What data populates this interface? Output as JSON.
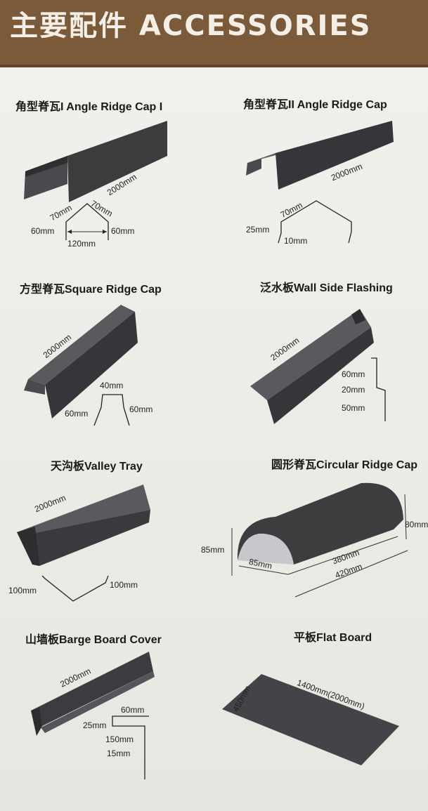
{
  "header": {
    "title": "主要配件 ACCESSORIES"
  },
  "items": [
    {
      "label": "角型脊瓦I Angle Ridge Cap I",
      "dims": [
        "2000mm",
        "70mm",
        "70mm",
        "60mm",
        "60mm",
        "120mm"
      ]
    },
    {
      "label": "角型脊瓦II Angle Ridge Cap",
      "dims": [
        "2000mm",
        "70mm",
        "25mm",
        "10mm"
      ]
    },
    {
      "label": "方型脊瓦Square Ridge Cap",
      "dims": [
        "2000mm",
        "40mm",
        "60mm",
        "60mm"
      ]
    },
    {
      "label": "泛水板Wall Side Flashing",
      "dims": [
        "2000mm",
        "60mm",
        "20mm",
        "50mm"
      ]
    },
    {
      "label": "天沟板Valley Tray",
      "dims": [
        "2000mm",
        "100mm",
        "100mm"
      ]
    },
    {
      "label": "圆形脊瓦Circular Ridge Cap",
      "dims": [
        "80mm",
        "85mm",
        "85mm",
        "380mm",
        "420mm"
      ]
    },
    {
      "label": "山墙板Barge Board Cover",
      "dims": [
        "2000mm",
        "60mm",
        "25mm",
        "150mm",
        "15mm"
      ]
    },
    {
      "label": "平板Flat Board",
      "dims": [
        "450mm",
        "1400mm(2000mm)"
      ]
    }
  ],
  "colors": {
    "header": "#7b5a3a",
    "panel": "#3a3a3c",
    "panel_light": "#55555a",
    "background": "#ecebe6"
  }
}
